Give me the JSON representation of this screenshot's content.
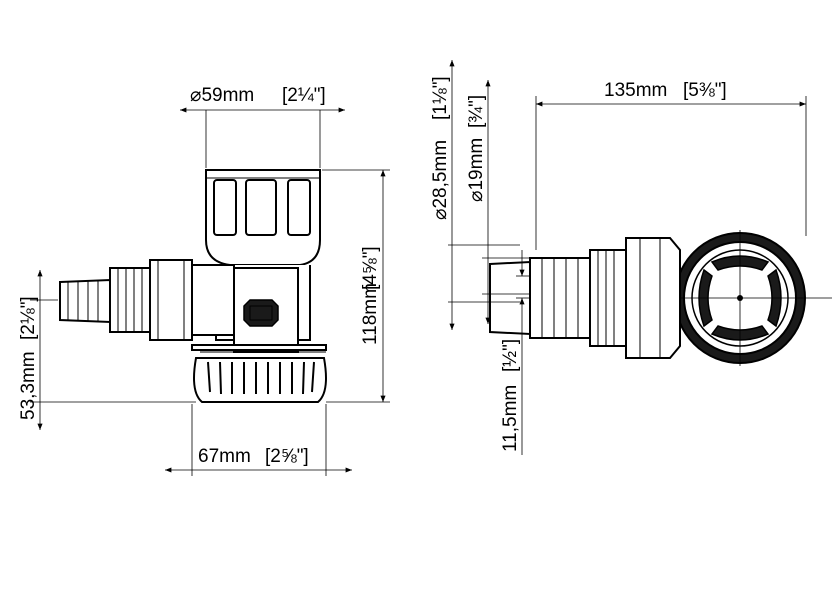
{
  "dimensions": {
    "top_width": {
      "main": "⌀59mm",
      "inch": "[2¼\"]"
    },
    "height": {
      "main": "118mm",
      "inch": "[4⅝\"]"
    },
    "bottom_width": {
      "main": "67mm",
      "inch": "[2⅝\"]"
    },
    "outlet_height": {
      "main": "53,3mm",
      "inch": "[2⅛\"]"
    },
    "outlet_outer_dia": {
      "main": "⌀28,5mm",
      "inch": "[1⅛\"]"
    },
    "outlet_inner_dia": {
      "main": "⌀19mm",
      "inch": "[¾\"]"
    },
    "outlet_length": {
      "main": "135mm",
      "inch": "[5⅜\"]"
    },
    "outlet_offset": {
      "main": "11,5mm",
      "inch": "[½\"]"
    }
  }
}
